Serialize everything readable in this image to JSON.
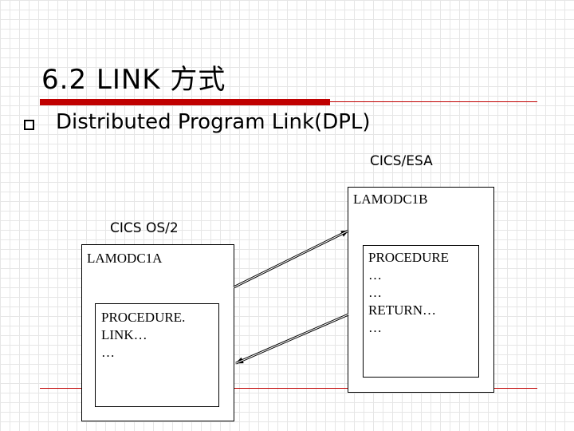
{
  "slide": {
    "title": "6.2  LINK 方式",
    "bullet_text": "Distributed Program Link(DPL)"
  },
  "diagram": {
    "esa_system_label": "CICS/ESA",
    "esa_program_label": "LAMODC1B",
    "esa_program_code": "PROCEDURE\n…\n…\nRETURN…\n…",
    "os2_system_label": "CICS OS/2",
    "os2_program_label": "LAMODC1A",
    "os2_program_code": "PROCEDURE.\nLINK…\n…"
  },
  "colors": {
    "accent": "#c00000",
    "grid": "#e6e6e6"
  }
}
